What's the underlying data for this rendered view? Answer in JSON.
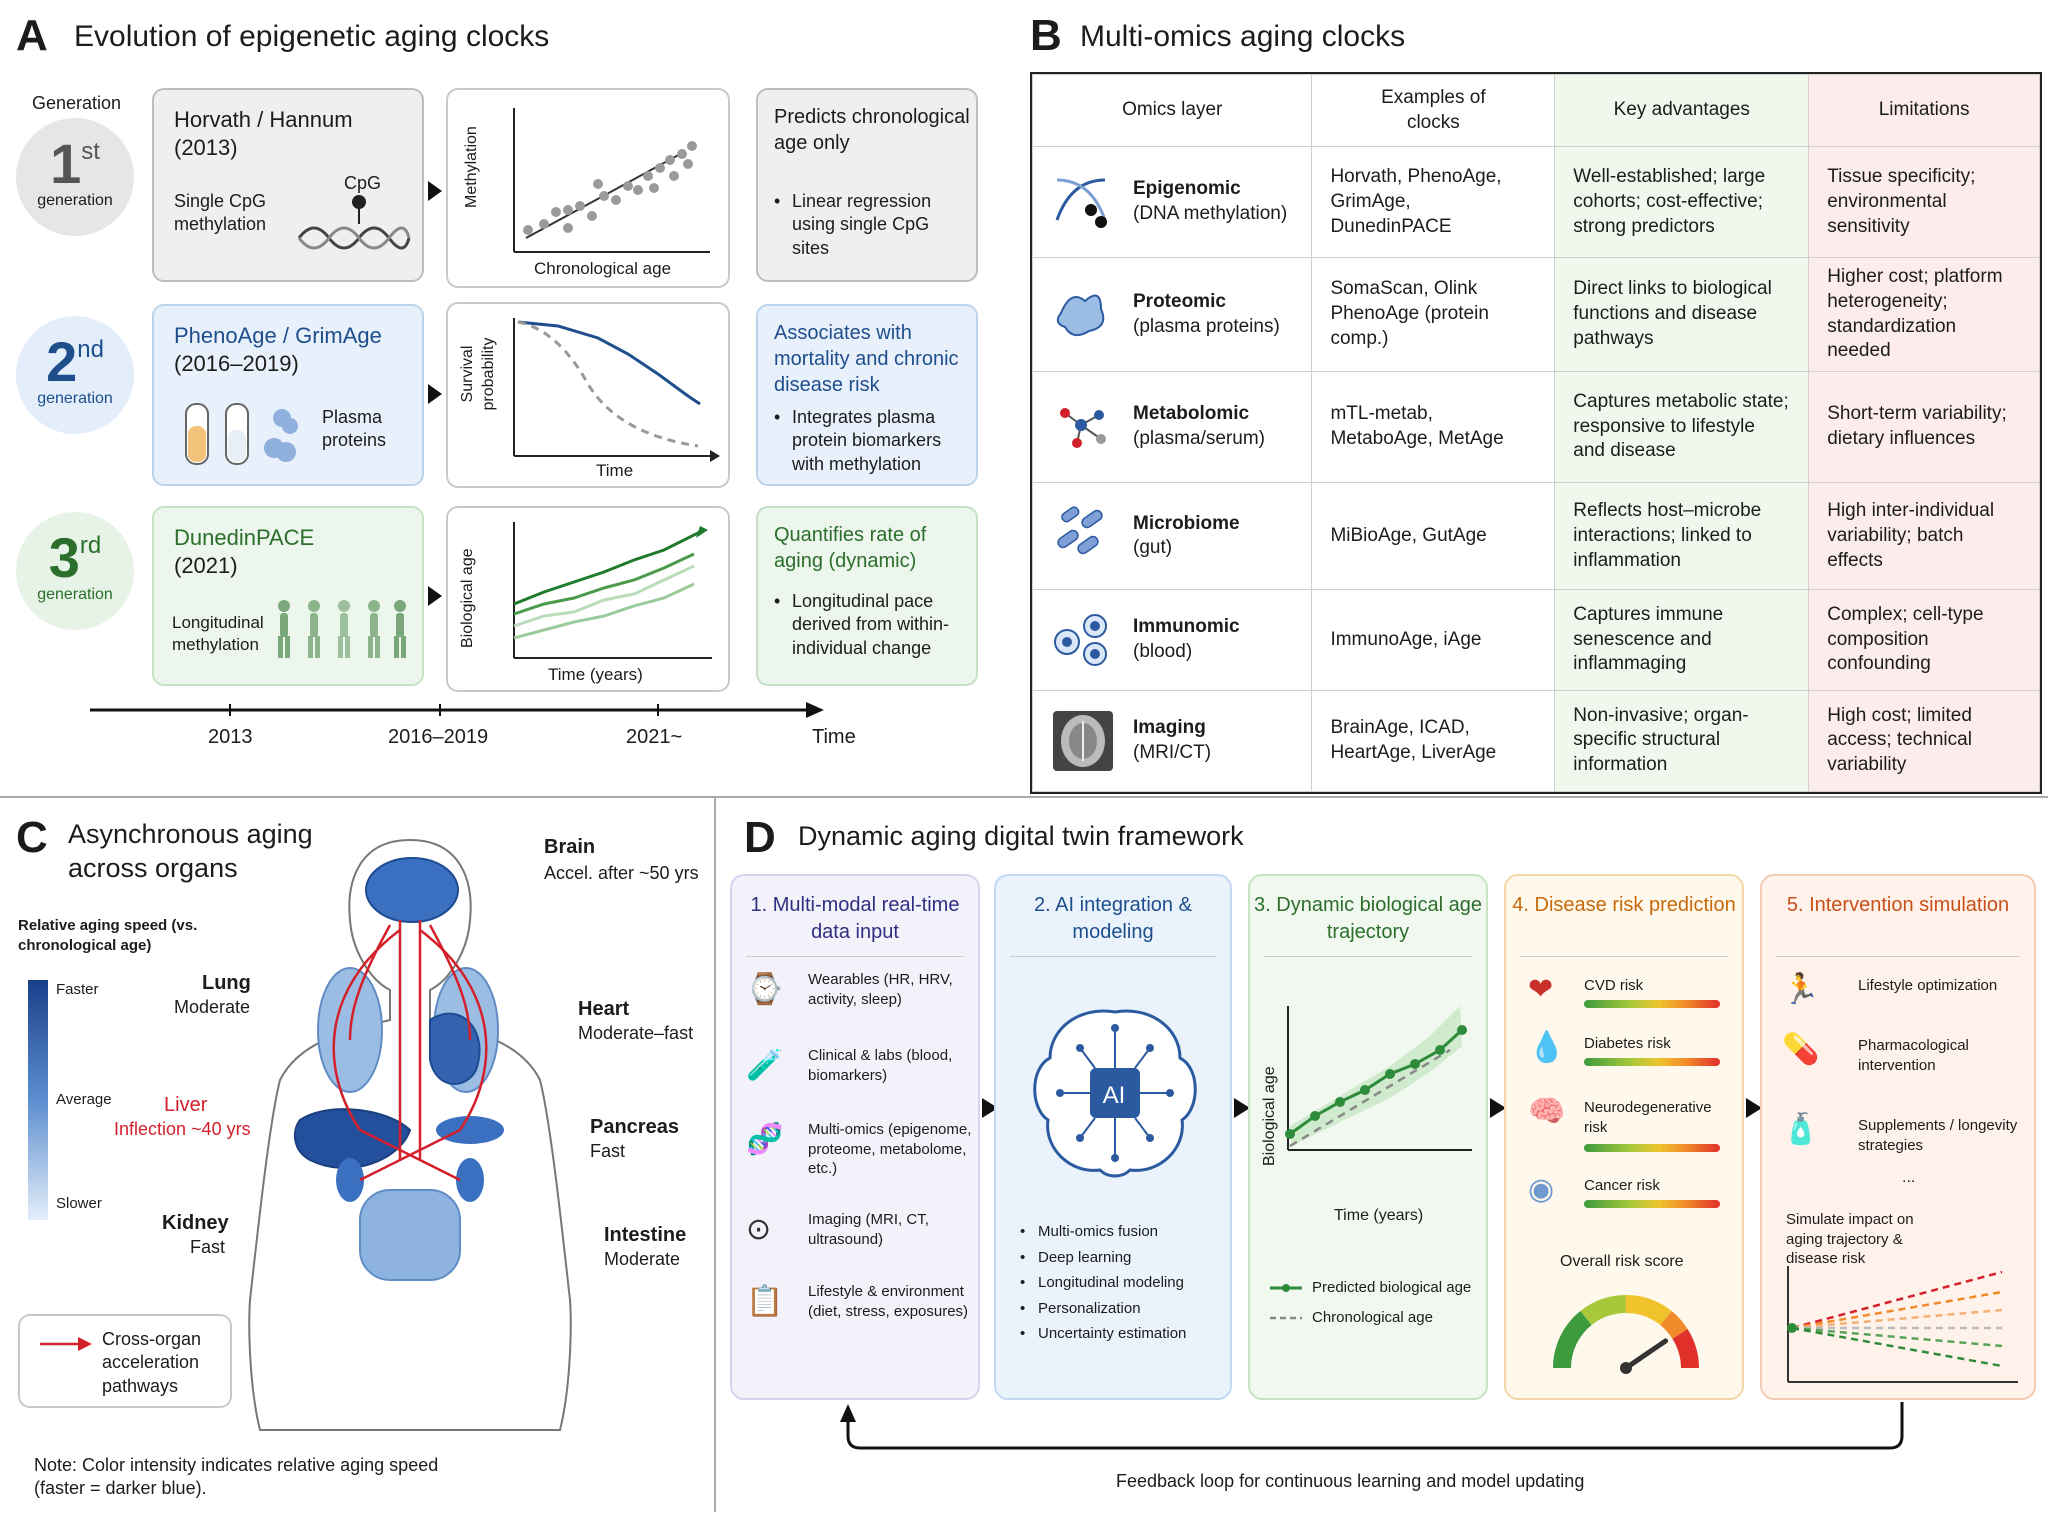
{
  "panel_a": {
    "label": "A",
    "title": "Evolution of epigenetic aging clocks",
    "generation_header": "Generation",
    "gen1": {
      "num": "1",
      "sup": "st",
      "sub": "generation",
      "name": "Horvath / Hannum",
      "year": "(2013)",
      "detail": "Single CpG methylation",
      "cpg": "CpG",
      "plot_ylabel": "Methylation",
      "plot_xlabel": "Chronological age",
      "desc_title": "Predicts chronological age only",
      "desc_bullet": "Linear regression using single CpG sites"
    },
    "gen2": {
      "num": "2",
      "sup": "nd",
      "sub": "generation",
      "name": "PhenoAge / GrimAge",
      "year": "(2016–2019)",
      "detail": "Plasma proteins",
      "plot_ylabel": "Survival probability",
      "plot_xlabel": "Time",
      "desc_title": "Associates with mortality and chronic disease risk",
      "desc_bullet": "Integrates plasma protein biomarkers with methylation"
    },
    "gen3": {
      "num": "3",
      "sup": "rd",
      "sub": "generation",
      "name": "DunedinPACE",
      "year": "(2021)",
      "detail": "Longitudinal methylation",
      "plot_ylabel": "Biological age",
      "plot_xlabel": "Time (years)",
      "desc_title": "Quantifies rate of aging (dynamic)",
      "desc_bullet": "Longitudinal pace derived from within-individual change"
    },
    "timeline": [
      "2013",
      "2016–2019",
      "2021~"
    ],
    "timeline_end": "Time"
  },
  "panel_b": {
    "label": "B",
    "title": "Multi-omics aging clocks",
    "headers": [
      "Omics layer",
      "Examples of clocks",
      "Key advantages",
      "Limitations"
    ],
    "rows": [
      {
        "icon": "dna-icon",
        "layer": "Epigenomic",
        "sub": "(DNA methylation)",
        "examples": "Horvath, PhenoAge, GrimAge, DunedinPACE",
        "adv": "Well-established; large cohorts; cost-effective; strong predictors",
        "lim": "Tissue specificity; environmental sensitivity"
      },
      {
        "icon": "protein-icon",
        "layer": "Proteomic",
        "sub": "(plasma proteins)",
        "examples": "SomaScan, Olink PhenoAge (protein comp.)",
        "adv": "Direct links to biological functions and disease pathways",
        "lim": "Higher cost; platform heterogeneity; standardization needed"
      },
      {
        "icon": "molecule-icon",
        "layer": "Metabolomic",
        "sub": "(plasma/serum)",
        "examples": "mTL-metab, MetaboAge, MetAge",
        "adv": "Captures metabolic state; responsive to lifestyle and disease",
        "lim": "Short-term variability; dietary influences"
      },
      {
        "icon": "bacteria-icon",
        "layer": "Microbiome",
        "sub": "(gut)",
        "examples": "MiBioAge, GutAge",
        "adv": "Reflects host–microbe interactions; linked to inflammation",
        "lim": "High inter-individual variability; batch effects"
      },
      {
        "icon": "cell-icon",
        "layer": "Immunomic",
        "sub": "(blood)",
        "examples": "ImmunoAge, iAge",
        "adv": "Captures immune senescence and inflammaging",
        "lim": "Complex; cell-type composition confounding"
      },
      {
        "icon": "brain-scan-icon",
        "layer": "Imaging",
        "sub": "(MRI/CT)",
        "examples": "BrainAge, ICAD, HeartAge, LiverAge",
        "adv": "Non-invasive; organ-specific structural information",
        "lim": "High cost; limited access; technical variability"
      }
    ]
  },
  "panel_c": {
    "label": "C",
    "title": "Asynchronous aging across organs",
    "legend_title": "Relative aging speed (vs. chronological age)",
    "legend_faster": "Faster",
    "legend_average": "Average",
    "legend_slower": "Slower",
    "organs": {
      "brain": {
        "name": "Brain",
        "note": "Accel. after ~50 yrs"
      },
      "lung": {
        "name": "Lung",
        "note": "Moderate"
      },
      "heart": {
        "name": "Heart",
        "note": "Moderate–fast"
      },
      "liver": {
        "name": "Liver",
        "note": "Inflection ~40 yrs"
      },
      "pancreas": {
        "name": "Pancreas",
        "note": "Fast"
      },
      "kidney": {
        "name": "Kidney",
        "note": "Fast"
      },
      "intestine": {
        "name": "Intestine",
        "note": "Moderate"
      }
    },
    "arrow_legend": "Cross-organ acceleration pathways",
    "note": "Note: Color intensity indicates relative aging speed (faster = darker blue)."
  },
  "panel_d": {
    "label": "D",
    "title": "Dynamic aging digital twin framework",
    "col1": {
      "title": "1. Multi-modal real-time data input",
      "items": [
        {
          "icon": "watch-icon",
          "text": "Wearables (HR, HRV, activity, sleep)"
        },
        {
          "icon": "test-tube-icon",
          "text": "Clinical & labs (blood, biomarkers)"
        },
        {
          "icon": "dna-icon",
          "text": "Multi-omics (epigenome, proteome, metabolome, etc.)"
        },
        {
          "icon": "scanner-icon",
          "text": "Imaging (MRI, CT, ultrasound)"
        },
        {
          "icon": "clipboard-icon",
          "text": "Lifestyle & environment (diet, stress, exposures)"
        }
      ]
    },
    "col2": {
      "title": "2. AI integration & modeling",
      "ai": "AI",
      "bullets": [
        "Multi-omics fusion",
        "Deep learning",
        "Longitudinal modeling",
        "Personalization",
        "Uncertainty estimation"
      ]
    },
    "col3": {
      "title": "3. Dynamic biological age trajectory",
      "ylabel": "Biological age",
      "xlabel": "Time (years)",
      "legend_pred": "Predicted biological age",
      "legend_chrono": "Chronological age"
    },
    "col4": {
      "title": "4. Disease risk prediction",
      "risks": [
        {
          "icon": "heart-icon",
          "text": "CVD risk"
        },
        {
          "icon": "blood-drop-icon",
          "text": "Diabetes risk"
        },
        {
          "icon": "brain-icon",
          "text": "Neurodegenerative risk"
        },
        {
          "icon": "tumor-cell-icon",
          "text": "Cancer risk"
        }
      ],
      "overall": "Overall risk score"
    },
    "col5": {
      "title": "5. Intervention simulation",
      "items": [
        {
          "icon": "runner-icon",
          "text": "Lifestyle optimization"
        },
        {
          "icon": "pills-icon",
          "text": "Pharmacological intervention"
        },
        {
          "icon": "supplement-bottle-icon",
          "text": "Supplements / longevity strategies"
        }
      ],
      "ellipsis": "...",
      "sim_title": "Simulate impact on aging trajectory & disease risk"
    },
    "feedback": "Feedback loop for continuous learning and model updating"
  }
}
